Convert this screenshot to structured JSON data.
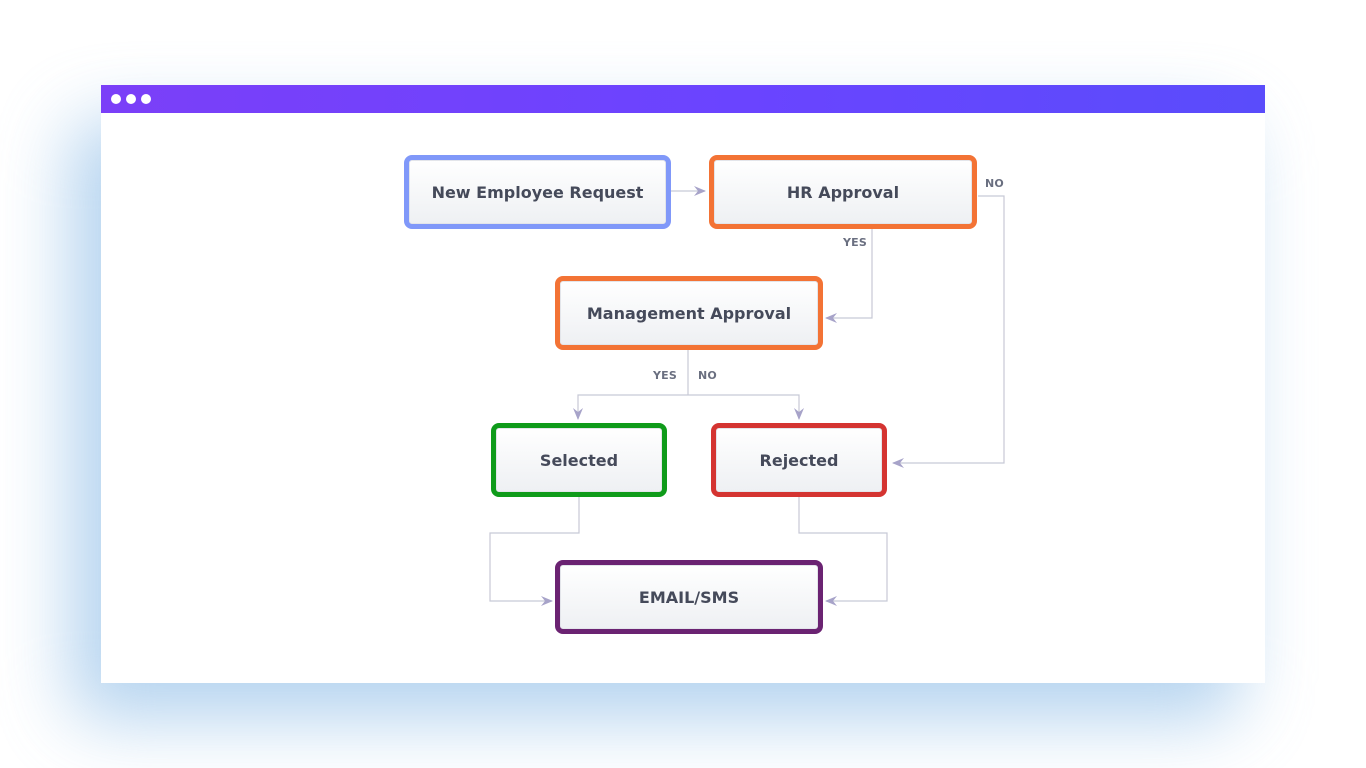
{
  "window": {
    "titlebar_color_start": "#7b3ff8",
    "titlebar_color_end": "#5a4cfb",
    "dots": [
      "dot",
      "dot",
      "dot"
    ]
  },
  "diagram": {
    "nodes": {
      "new_employee_request": {
        "label": "New Employee Request",
        "border_color": "#8098f9"
      },
      "hr_approval": {
        "label": "HR Approval",
        "border_color": "#f37335"
      },
      "management_approval": {
        "label": "Management Approval",
        "border_color": "#f37335"
      },
      "selected": {
        "label": "Selected",
        "border_color": "#0f9b1a"
      },
      "rejected": {
        "label": "Rejected",
        "border_color": "#d43431"
      },
      "email_sms": {
        "label": "EMAIL/SMS",
        "border_color": "#6b2372"
      }
    },
    "edge_labels": {
      "hr_no": "NO",
      "hr_yes": "YES",
      "mgmt_yes": "YES",
      "mgmt_no": "NO"
    },
    "edge_color": "#c7c9d6",
    "arrow_color": "#a7a3c9"
  }
}
